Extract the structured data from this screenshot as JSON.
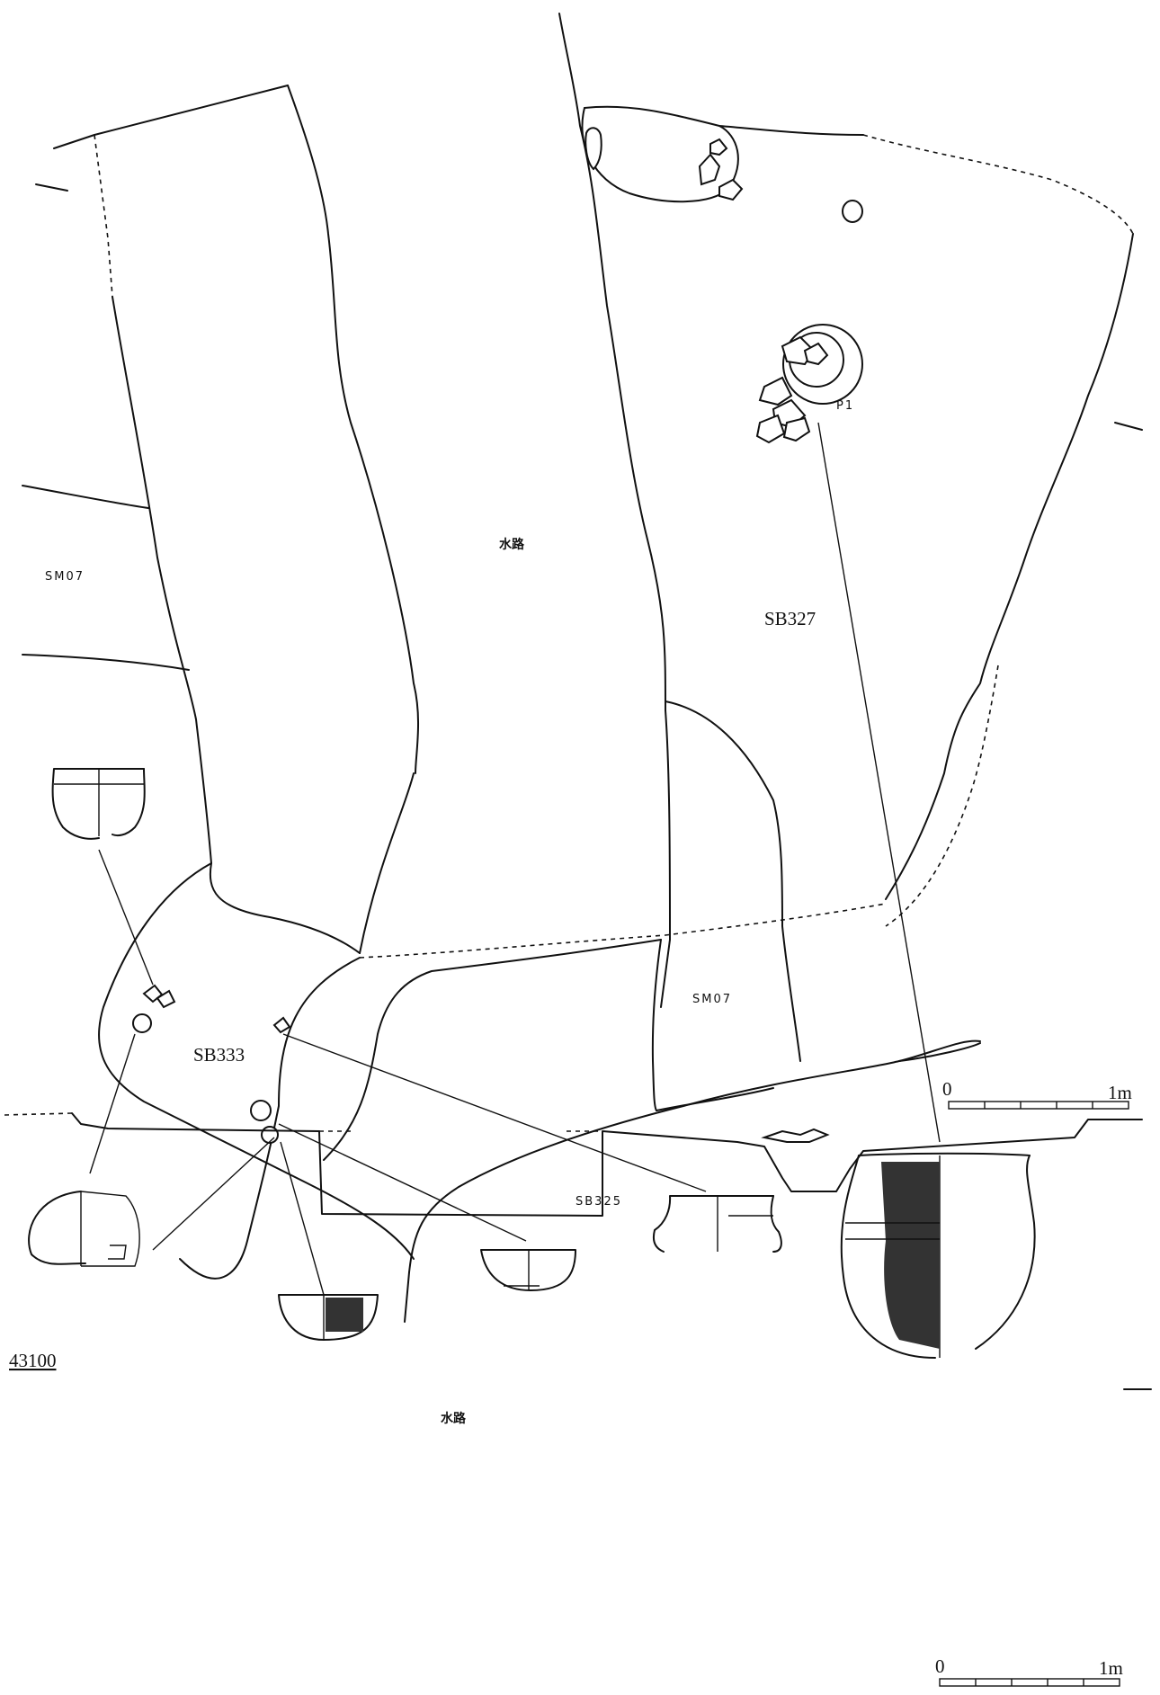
{
  "labels": {
    "suiro_plan": "水路",
    "suiro_section": "水路",
    "sm07_left": "SM07",
    "sm07_lower": "SM07",
    "sb327": "SB327",
    "sb333": "SB333",
    "sb325": "SB325",
    "p1": "P1",
    "elevation": "43100"
  },
  "scale_bars": [
    {
      "zero": "0",
      "end": "1m"
    },
    {
      "zero": "0",
      "end": "1m"
    }
  ]
}
